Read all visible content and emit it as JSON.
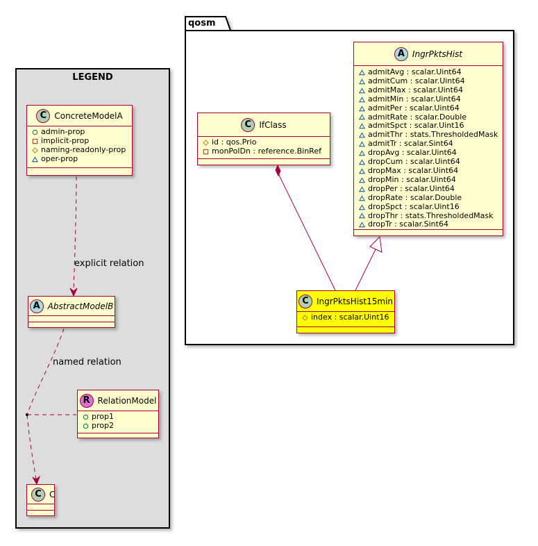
{
  "legend": {
    "title": "LEGEND",
    "classes": {
      "concrete_a": {
        "stereotype": "C",
        "name": "ConcreteModelA",
        "attributes": [
          {
            "visibility": "public",
            "text": "admin-prop"
          },
          {
            "visibility": "private",
            "text": "implicit-prop"
          },
          {
            "visibility": "protected",
            "text": "naming-readonly-prop"
          },
          {
            "visibility": "package",
            "text": "oper-prop"
          }
        ]
      },
      "abstract_b": {
        "stereotype": "A",
        "name": "AbstractModelB"
      },
      "relation_model": {
        "stereotype": "R",
        "name": "RelationModel",
        "attributes": [
          {
            "visibility": "public",
            "text": "prop1"
          },
          {
            "visibility": "public",
            "text": "prop2"
          }
        ]
      },
      "c": {
        "stereotype": "C",
        "name": "C"
      }
    },
    "edges": {
      "explicit": "explicit relation",
      "named": "named relation"
    }
  },
  "package": {
    "name": "qosm",
    "classes": {
      "ifclass": {
        "stereotype": "C",
        "name": "IfClass",
        "attributes": [
          {
            "visibility": "protected",
            "text": "id : qos.Prio"
          },
          {
            "visibility": "private",
            "text": "monPolDn : reference.BinRef"
          }
        ]
      },
      "ingr_hist": {
        "stereotype": "A",
        "name": "IngrPktsHist",
        "attributes": [
          {
            "visibility": "package",
            "text": "admitAvg : scalar.Uint64"
          },
          {
            "visibility": "package",
            "text": "admitCum : scalar.Uint64"
          },
          {
            "visibility": "package",
            "text": "admitMax : scalar.Uint64"
          },
          {
            "visibility": "package",
            "text": "admitMin : scalar.Uint64"
          },
          {
            "visibility": "package",
            "text": "admitPer : scalar.Uint64"
          },
          {
            "visibility": "package",
            "text": "admitRate : scalar.Double"
          },
          {
            "visibility": "package",
            "text": "admitSpct : scalar.Uint16"
          },
          {
            "visibility": "package",
            "text": "admitThr : stats.ThresholdedMask"
          },
          {
            "visibility": "package",
            "text": "admitTr : scalar.Sint64"
          },
          {
            "visibility": "package",
            "text": "dropAvg : scalar.Uint64"
          },
          {
            "visibility": "package",
            "text": "dropCum : scalar.Uint64"
          },
          {
            "visibility": "package",
            "text": "dropMax : scalar.Uint64"
          },
          {
            "visibility": "package",
            "text": "dropMin : scalar.Uint64"
          },
          {
            "visibility": "package",
            "text": "dropPer : scalar.Uint64"
          },
          {
            "visibility": "package",
            "text": "dropRate : scalar.Double"
          },
          {
            "visibility": "package",
            "text": "dropSpct : scalar.Uint16"
          },
          {
            "visibility": "package",
            "text": "dropThr : stats.ThresholdedMask"
          },
          {
            "visibility": "package",
            "text": "dropTr : scalar.Sint64"
          }
        ]
      },
      "ingr_hist_15": {
        "stereotype": "C",
        "name": "IngrPktsHist15min",
        "highlight": "#ffff00",
        "attributes": [
          {
            "visibility": "protected",
            "text": "index : scalar.Uint16"
          }
        ]
      }
    }
  },
  "colors": {
    "class_fill": "#fefece",
    "class_border": "#a80036",
    "highlight_fill": "#ffff00",
    "legend_fill": "#dddddd",
    "badge_class": "#add1b2",
    "badge_abstract": "#a9dcdf",
    "badge_relation": "#da70d6"
  }
}
